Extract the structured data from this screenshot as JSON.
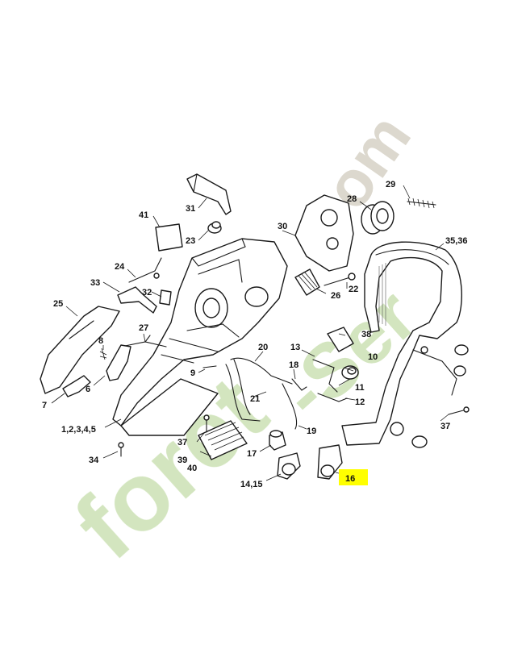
{
  "watermark": {
    "main": "forêt",
    "tail": "-Ser",
    "suffix": ".com",
    "colors": {
      "green": "#cfe3b8",
      "orange": "#f5c28a",
      "tan": "#d9d4c9"
    }
  },
  "highlight_color": "#ffff00",
  "labels": {
    "l1": "1,2,3,4,5",
    "l6": "6",
    "l7": "7",
    "l8": "8",
    "l9": "9",
    "l10": "10",
    "l11": "11",
    "l12": "12",
    "l13": "13",
    "l1415": "14,15",
    "l16": "16",
    "l17": "17",
    "l18": "18",
    "l19": "19",
    "l20": "20",
    "l21": "21",
    "l22": "22",
    "l23": "23",
    "l25": "25",
    "l26": "26",
    "l27": "27",
    "l28": "28",
    "l29": "29",
    "l30": "30",
    "l31": "31",
    "l32": "32",
    "l33": "33",
    "l34": "34",
    "l3536": "35,36",
    "l37a": "37",
    "l37b": "37",
    "l38": "38",
    "l39": "39",
    "l40": "40",
    "l41": "41",
    "l24": "24"
  }
}
